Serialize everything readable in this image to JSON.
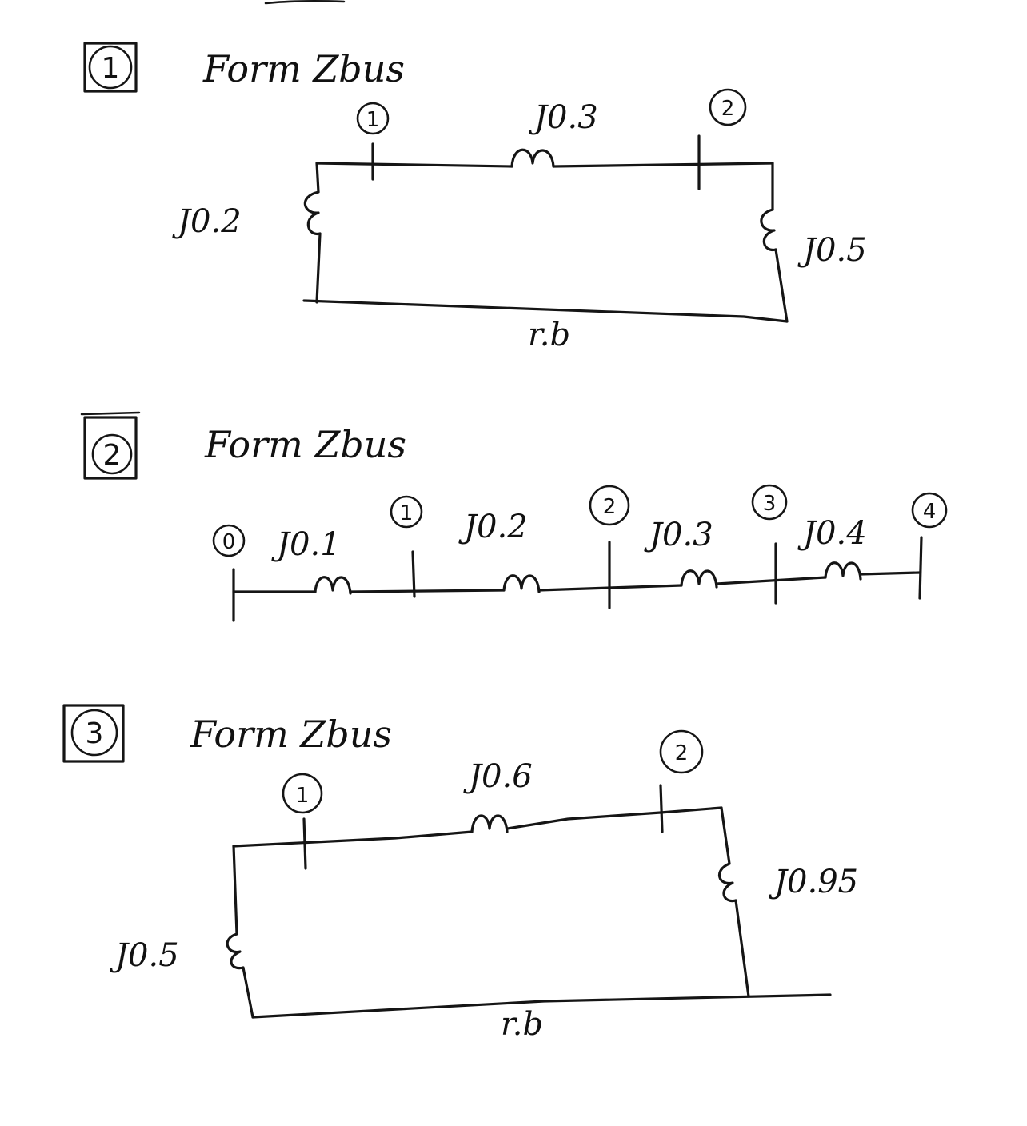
{
  "problems": [
    {
      "number": "1",
      "title": "Form Zbus",
      "buses": [
        "1",
        "2"
      ],
      "impedances": {
        "line_1_2": "J0.3",
        "bus1_to_ref": "J0.2",
        "bus2_to_ref": "J0.5"
      },
      "reference": "r.b"
    },
    {
      "number": "2",
      "title": "Form Zbus",
      "buses": [
        "0",
        "1",
        "2",
        "3",
        "4"
      ],
      "impedances": {
        "line_0_1": "J0.1",
        "line_1_2": "J0.2",
        "line_2_3": "J0.3",
        "line_3_4": "J0.4"
      }
    },
    {
      "number": "3",
      "title": "Form Zbus",
      "buses": [
        "1",
        "2"
      ],
      "impedances": {
        "line_1_2": "J0.6",
        "bus1_to_ref": "J0.5",
        "bus2_to_ref": "J0.95"
      },
      "reference": "r.b"
    }
  ],
  "colors": {
    "ink": "#151515",
    "paper": "#ffffff"
  }
}
